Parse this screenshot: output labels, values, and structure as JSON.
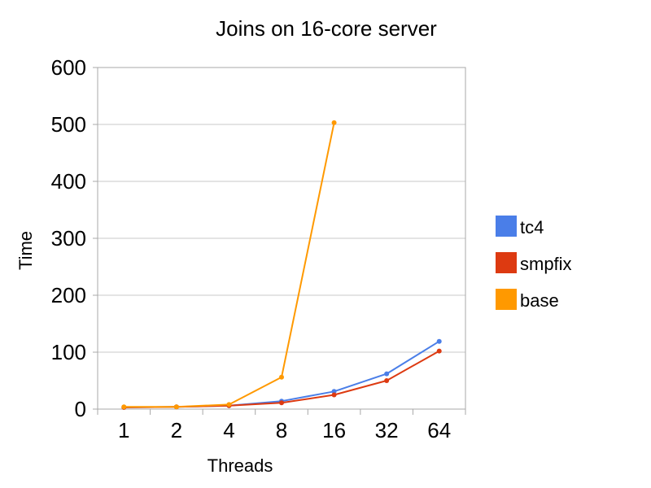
{
  "chart_data": {
    "type": "line",
    "title": "Joins on 16-core server",
    "xlabel": "Threads",
    "ylabel": "Time",
    "categories": [
      "1",
      "2",
      "4",
      "8",
      "16",
      "32",
      "64"
    ],
    "ylim": [
      0,
      600
    ],
    "yticks": [
      0,
      100,
      200,
      300,
      400,
      500,
      600
    ],
    "grid": true,
    "legend_position": "right",
    "series": [
      {
        "name": "tc4",
        "color": "#4a7ee8",
        "values": [
          3,
          4,
          6,
          14,
          31,
          62,
          119
        ]
      },
      {
        "name": "smpfix",
        "color": "#dd3a11",
        "values": [
          3,
          4,
          6,
          11,
          25,
          50,
          102
        ]
      },
      {
        "name": "base",
        "color": "#ff9900",
        "values": [
          4,
          4,
          8,
          56,
          503,
          null,
          null
        ]
      }
    ]
  }
}
